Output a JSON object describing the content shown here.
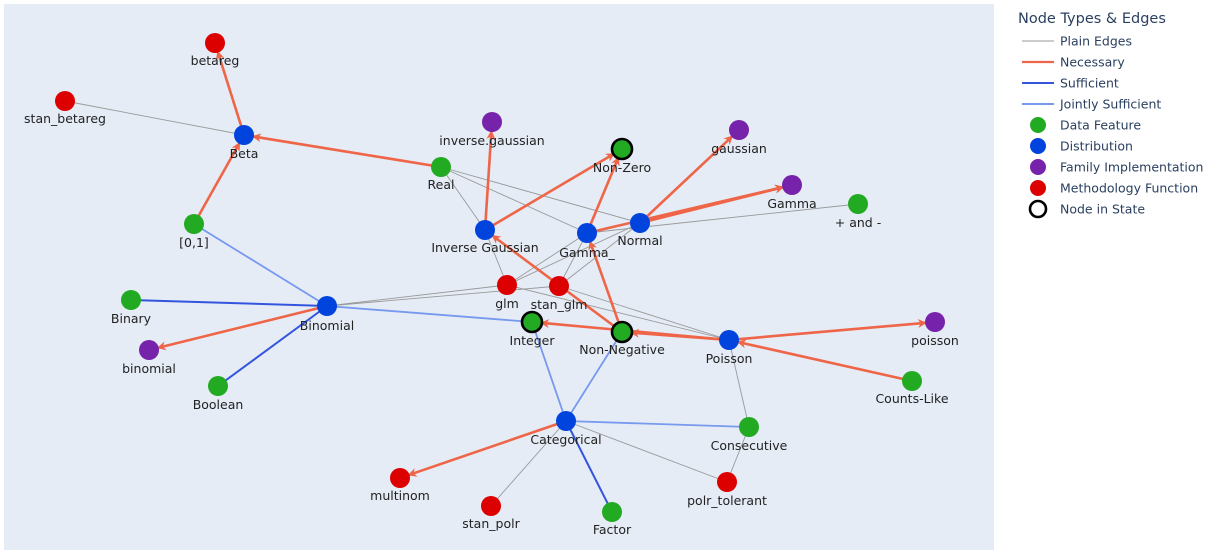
{
  "legend": {
    "title": "Node Types & Edges",
    "items": [
      {
        "kind": "line",
        "label": "Plain Edges",
        "color": "#999999",
        "width": 1
      },
      {
        "kind": "line",
        "label": "Necessary",
        "color": "#ef6548",
        "width": 2.2
      },
      {
        "kind": "line",
        "label": "Sufficient",
        "color": "#3355dd",
        "width": 2
      },
      {
        "kind": "line",
        "label": "Jointly Sufficient",
        "color": "#7799ee",
        "width": 2
      },
      {
        "kind": "dot",
        "label": "Data Feature",
        "color": "#22aa22"
      },
      {
        "kind": "dot",
        "label": "Distribution",
        "color": "#0044dd"
      },
      {
        "kind": "dot",
        "label": "Family Implementation",
        "color": "#7722aa"
      },
      {
        "kind": "dot",
        "label": "Methodology Function",
        "color": "#dd0000"
      },
      {
        "kind": "ring",
        "label": "Node in State",
        "color": "#000000"
      }
    ]
  },
  "colors": {
    "plot_bg": "#e5ecf6",
    "feature": "#22aa22",
    "distribution": "#0044dd",
    "family": "#7722aa",
    "methodology": "#dd0000",
    "plain": "#999999",
    "necessary": "#ef6548",
    "sufficient": "#3355dd",
    "jointly": "#7799ee"
  },
  "nodes": [
    {
      "id": "betareg",
      "label": "betareg",
      "type": "methodology"
    },
    {
      "id": "stan_betareg",
      "label": "stan_betareg",
      "type": "methodology"
    },
    {
      "id": "beta",
      "label": "Beta",
      "type": "distribution"
    },
    {
      "id": "invgauss_f",
      "label": "inverse.gaussian",
      "type": "family"
    },
    {
      "id": "nonzero",
      "label": "Non-Zero",
      "type": "feature",
      "in_state": true
    },
    {
      "id": "gaussian",
      "label": "gaussian",
      "type": "family"
    },
    {
      "id": "real",
      "label": "Real",
      "type": "feature"
    },
    {
      "id": "gamma_f",
      "label": "Gamma",
      "type": "family"
    },
    {
      "id": "plusminus",
      "label": "+ and -",
      "type": "feature"
    },
    {
      "id": "unit",
      "label": "[0,1]",
      "type": "feature"
    },
    {
      "id": "invgauss",
      "label": "Inverse Gaussian",
      "type": "distribution"
    },
    {
      "id": "gamma",
      "label": "Gamma_",
      "type": "distribution"
    },
    {
      "id": "normal",
      "label": "Normal",
      "type": "distribution"
    },
    {
      "id": "binary",
      "label": "Binary",
      "type": "feature"
    },
    {
      "id": "binomial",
      "label": "Binomial",
      "type": "distribution"
    },
    {
      "id": "glm",
      "label": "glm",
      "type": "methodology"
    },
    {
      "id": "stan_glm",
      "label": "stan_glm",
      "type": "methodology"
    },
    {
      "id": "integer",
      "label": "Integer",
      "type": "feature",
      "in_state": true
    },
    {
      "id": "nonneg",
      "label": "Non-Negative",
      "type": "feature",
      "in_state": true
    },
    {
      "id": "poisson_f",
      "label": "poisson",
      "type": "family"
    },
    {
      "id": "binomial_f",
      "label": "binomial",
      "type": "family"
    },
    {
      "id": "poisson",
      "label": "Poisson",
      "type": "distribution"
    },
    {
      "id": "counts",
      "label": "Counts-Like",
      "type": "feature"
    },
    {
      "id": "boolean",
      "label": "Boolean",
      "type": "feature"
    },
    {
      "id": "categorical",
      "label": "Categorical",
      "type": "distribution"
    },
    {
      "id": "consecutive",
      "label": "Consecutive",
      "type": "feature"
    },
    {
      "id": "multinom",
      "label": "multinom",
      "type": "methodology"
    },
    {
      "id": "polr_tol",
      "label": "polr_tolerant",
      "type": "methodology"
    },
    {
      "id": "stan_polr",
      "label": "stan_polr",
      "type": "methodology"
    },
    {
      "id": "factor",
      "label": "Factor",
      "type": "feature"
    }
  ],
  "edges": [
    {
      "from": "stan_betareg",
      "to": "beta",
      "kind": "plain"
    },
    {
      "from": "real",
      "to": "normal",
      "kind": "plain"
    },
    {
      "from": "real",
      "to": "gamma",
      "kind": "plain"
    },
    {
      "from": "real",
      "to": "invgauss",
      "kind": "plain"
    },
    {
      "from": "gamma",
      "to": "plusminus",
      "kind": "plain"
    },
    {
      "from": "invgauss",
      "to": "nonneg",
      "kind": "plain"
    },
    {
      "from": "gamma",
      "to": "nonneg",
      "kind": "plain"
    },
    {
      "from": "glm",
      "to": "binomial",
      "kind": "plain"
    },
    {
      "from": "glm",
      "to": "invgauss",
      "kind": "plain"
    },
    {
      "from": "glm",
      "to": "gamma",
      "kind": "plain"
    },
    {
      "from": "glm",
      "to": "normal",
      "kind": "plain"
    },
    {
      "from": "glm",
      "to": "poisson",
      "kind": "plain"
    },
    {
      "from": "stan_glm",
      "to": "binomial",
      "kind": "plain"
    },
    {
      "from": "stan_glm",
      "to": "gamma",
      "kind": "plain"
    },
    {
      "from": "stan_glm",
      "to": "normal",
      "kind": "plain"
    },
    {
      "from": "stan_glm",
      "to": "poisson",
      "kind": "plain"
    },
    {
      "from": "poisson",
      "to": "consecutive",
      "kind": "plain"
    },
    {
      "from": "categorical",
      "to": "stan_polr",
      "kind": "plain"
    },
    {
      "from": "categorical",
      "to": "polr_tol",
      "kind": "plain"
    },
    {
      "from": "polr_tol",
      "to": "consecutive",
      "kind": "plain"
    },
    {
      "from": "binary",
      "to": "binomial",
      "kind": "sufficient"
    },
    {
      "from": "boolean",
      "to": "binomial",
      "kind": "sufficient"
    },
    {
      "from": "factor",
      "to": "categorical",
      "kind": "sufficient"
    },
    {
      "from": "unit",
      "to": "binomial",
      "kind": "jointly"
    },
    {
      "from": "integer",
      "to": "binomial",
      "kind": "jointly"
    },
    {
      "from": "integer",
      "to": "categorical",
      "kind": "jointly"
    },
    {
      "from": "nonneg",
      "to": "categorical",
      "kind": "jointly"
    },
    {
      "from": "consecutive",
      "to": "categorical",
      "kind": "jointly"
    },
    {
      "from": "beta",
      "to": "betareg",
      "kind": "necessary",
      "arrow": true
    },
    {
      "from": "unit",
      "to": "beta",
      "kind": "necessary",
      "arrow": true
    },
    {
      "from": "real",
      "to": "beta",
      "kind": "necessary",
      "arrow": true
    },
    {
      "from": "invgauss",
      "to": "invgauss_f",
      "kind": "necessary",
      "arrow": true
    },
    {
      "from": "invgauss",
      "to": "nonzero",
      "kind": "necessary",
      "arrow": true
    },
    {
      "from": "gamma",
      "to": "nonzero",
      "kind": "necessary",
      "arrow": true
    },
    {
      "from": "normal",
      "to": "gaussian",
      "kind": "necessary",
      "arrow": true
    },
    {
      "from": "normal",
      "to": "gamma_f",
      "kind": "necessary",
      "arrow": true
    },
    {
      "from": "gamma",
      "to": "gamma_f",
      "kind": "necessary",
      "arrow": true
    },
    {
      "from": "nonneg",
      "to": "invgauss",
      "kind": "necessary",
      "arrow": true
    },
    {
      "from": "nonneg",
      "to": "gamma",
      "kind": "necessary",
      "arrow": true
    },
    {
      "from": "poisson",
      "to": "integer",
      "kind": "necessary",
      "arrow": true
    },
    {
      "from": "poisson",
      "to": "nonneg",
      "kind": "necessary",
      "arrow": true
    },
    {
      "from": "poisson",
      "to": "poisson_f",
      "kind": "necessary",
      "arrow": true
    },
    {
      "from": "counts",
      "to": "poisson",
      "kind": "necessary",
      "arrow": true
    },
    {
      "from": "binomial",
      "to": "binomial_f",
      "kind": "necessary",
      "arrow": true
    },
    {
      "from": "categorical",
      "to": "multinom",
      "kind": "necessary",
      "arrow": true
    }
  ]
}
